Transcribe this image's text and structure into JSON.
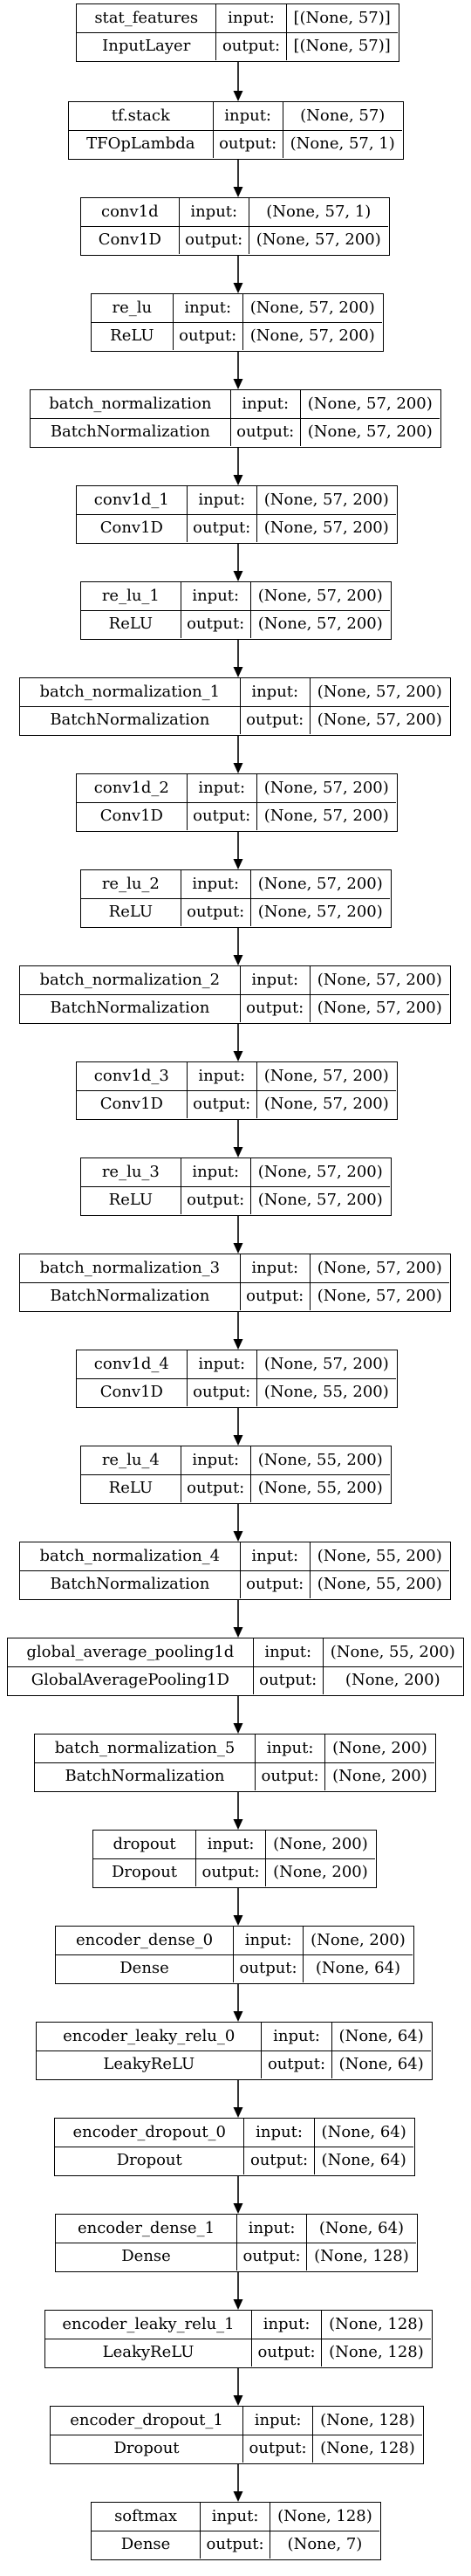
{
  "diagram": {
    "labels": {
      "input": "input:",
      "output": "output:"
    },
    "layers": [
      {
        "name": "stat_features",
        "type": "InputLayer",
        "input": "[(None, 57)]",
        "output": "[(None, 57)]"
      },
      {
        "name": "tf.stack",
        "type": "TFOpLambda",
        "input": "(None, 57)",
        "output": "(None, 57, 1)"
      },
      {
        "name": "conv1d",
        "type": "Conv1D",
        "input": "(None, 57, 1)",
        "output": "(None, 57, 200)"
      },
      {
        "name": "re_lu",
        "type": "ReLU",
        "input": "(None, 57, 200)",
        "output": "(None, 57, 200)"
      },
      {
        "name": "batch_normalization",
        "type": "BatchNormalization",
        "input": "(None, 57, 200)",
        "output": "(None, 57, 200)"
      },
      {
        "name": "conv1d_1",
        "type": "Conv1D",
        "input": "(None, 57, 200)",
        "output": "(None, 57, 200)"
      },
      {
        "name": "re_lu_1",
        "type": "ReLU",
        "input": "(None, 57, 200)",
        "output": "(None, 57, 200)"
      },
      {
        "name": "batch_normalization_1",
        "type": "BatchNormalization",
        "input": "(None, 57, 200)",
        "output": "(None, 57, 200)"
      },
      {
        "name": "conv1d_2",
        "type": "Conv1D",
        "input": "(None, 57, 200)",
        "output": "(None, 57, 200)"
      },
      {
        "name": "re_lu_2",
        "type": "ReLU",
        "input": "(None, 57, 200)",
        "output": "(None, 57, 200)"
      },
      {
        "name": "batch_normalization_2",
        "type": "BatchNormalization",
        "input": "(None, 57, 200)",
        "output": "(None, 57, 200)"
      },
      {
        "name": "conv1d_3",
        "type": "Conv1D",
        "input": "(None, 57, 200)",
        "output": "(None, 57, 200)"
      },
      {
        "name": "re_lu_3",
        "type": "ReLU",
        "input": "(None, 57, 200)",
        "output": "(None, 57, 200)"
      },
      {
        "name": "batch_normalization_3",
        "type": "BatchNormalization",
        "input": "(None, 57, 200)",
        "output": "(None, 57, 200)"
      },
      {
        "name": "conv1d_4",
        "type": "Conv1D",
        "input": "(None, 57, 200)",
        "output": "(None, 55, 200)"
      },
      {
        "name": "re_lu_4",
        "type": "ReLU",
        "input": "(None, 55, 200)",
        "output": "(None, 55, 200)"
      },
      {
        "name": "batch_normalization_4",
        "type": "BatchNormalization",
        "input": "(None, 55, 200)",
        "output": "(None, 55, 200)"
      },
      {
        "name": "global_average_pooling1d",
        "type": "GlobalAveragePooling1D",
        "input": "(None, 55, 200)",
        "output": "(None, 200)"
      },
      {
        "name": "batch_normalization_5",
        "type": "BatchNormalization",
        "input": "(None, 200)",
        "output": "(None, 200)"
      },
      {
        "name": "dropout",
        "type": "Dropout",
        "input": "(None, 200)",
        "output": "(None, 200)"
      },
      {
        "name": "encoder_dense_0",
        "type": "Dense",
        "input": "(None, 200)",
        "output": "(None, 64)"
      },
      {
        "name": "encoder_leaky_relu_0",
        "type": "LeakyReLU",
        "input": "(None, 64)",
        "output": "(None, 64)"
      },
      {
        "name": "encoder_dropout_0",
        "type": "Dropout",
        "input": "(None, 64)",
        "output": "(None, 64)"
      },
      {
        "name": "encoder_dense_1",
        "type": "Dense",
        "input": "(None, 64)",
        "output": "(None, 128)"
      },
      {
        "name": "encoder_leaky_relu_1",
        "type": "LeakyReLU",
        "input": "(None, 128)",
        "output": "(None, 128)"
      },
      {
        "name": "encoder_dropout_1",
        "type": "Dropout",
        "input": "(None, 128)",
        "output": "(None, 128)"
      },
      {
        "name": "softmax",
        "type": "Dense",
        "input": "(None, 128)",
        "output": "(None, 7)"
      }
    ]
  }
}
